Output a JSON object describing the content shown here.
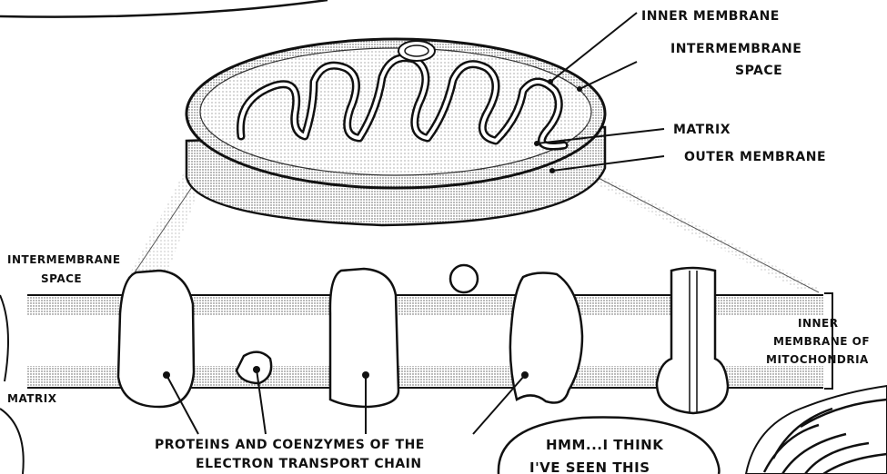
{
  "top_labels": {
    "inner_membrane": "INNER MEMBRANE",
    "intermembrane_space_1": "INTERMEMBRANE",
    "intermembrane_space_2": "SPACE",
    "matrix": "MATRIX",
    "outer_membrane": "OUTER MEMBRANE"
  },
  "bottom_labels": {
    "intermembrane_space_1": "INTERMEMBRANE",
    "intermembrane_space_2": "SPACE",
    "matrix": "MATRIX",
    "inner_membrane_1": "INNER",
    "inner_membrane_2": "MEMBRANE OF",
    "inner_membrane_3": "MITOCHONDRIA",
    "proteins_1": "PROTEINS AND COENZYMES OF THE",
    "proteins_2": "ELECTRON TRANSPORT CHAIN"
  },
  "speech": {
    "line1": "HMM...I THINK",
    "line2": "I'VE SEEN THIS"
  }
}
